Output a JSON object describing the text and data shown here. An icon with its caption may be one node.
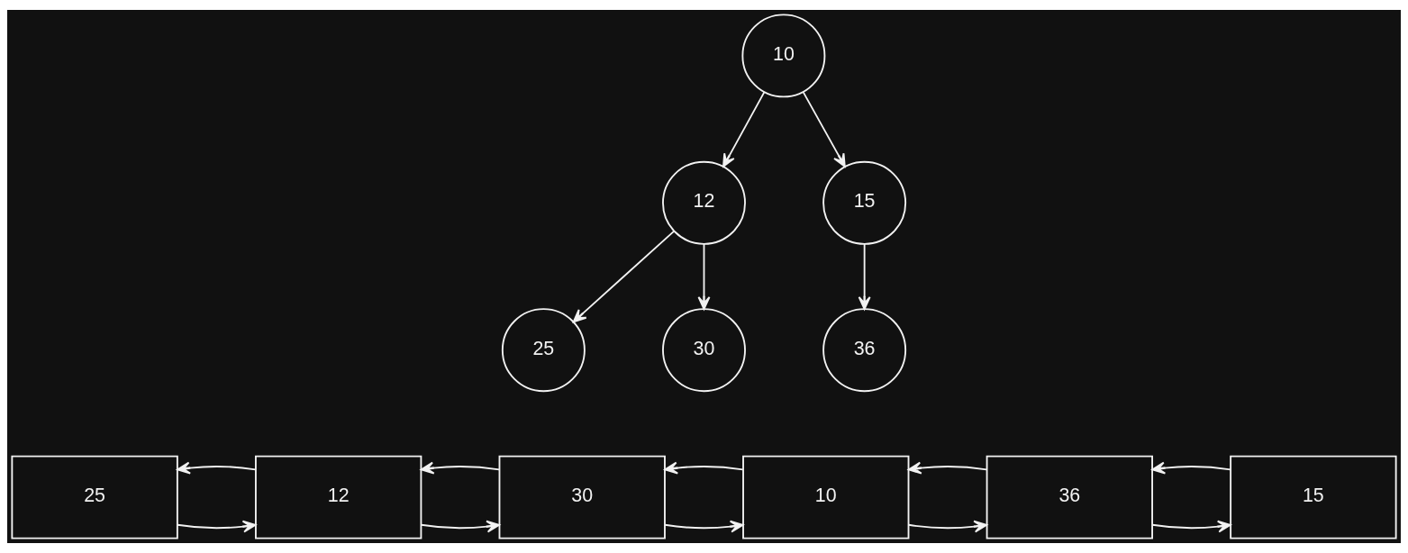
{
  "diagram": {
    "nodes": [
      {
        "text": [
          "10"
        ]
      },
      {
        "text": [
          "12"
        ]
      },
      {
        "text": [
          "15"
        ]
      },
      {
        "text": [
          "25"
        ]
      },
      {
        "text": [
          "30"
        ]
      },
      {
        "text": [
          "36"
        ]
      },
      {
        "text": [
          "25"
        ]
      },
      {
        "text": [
          "12"
        ]
      },
      {
        "text": [
          "30"
        ]
      },
      {
        "text": [
          "10"
        ]
      },
      {
        "text": [
          "36"
        ]
      },
      {
        "text": [
          "15"
        ]
      }
    ],
    "edges": [
      {
        "from": 0,
        "to": 1,
        "arrow": "to"
      },
      {
        "from": 0,
        "to": 2,
        "arrow": "to"
      },
      {
        "from": 1,
        "to": 3,
        "arrow": "to"
      },
      {
        "from": 1,
        "to": 4,
        "arrow": "to"
      },
      {
        "from": 2,
        "to": 5,
        "arrow": "to"
      },
      {
        "from": 6,
        "to": 7,
        "arrow": "to"
      },
      {
        "from": 7,
        "to": 6,
        "arrow": "to"
      },
      {
        "from": 7,
        "to": 8,
        "arrow": "to"
      },
      {
        "from": 8,
        "to": 7,
        "arrow": "to"
      },
      {
        "from": 8,
        "to": 9,
        "arrow": "to"
      },
      {
        "from": 9,
        "to": 8,
        "arrow": "to"
      },
      {
        "from": 9,
        "to": 10,
        "arrow": "to"
      },
      {
        "from": 10,
        "to": 9,
        "arrow": "to"
      },
      {
        "from": 10,
        "to": 11,
        "arrow": "to"
      },
      {
        "from": 11,
        "to": 10,
        "arrow": "to"
      }
    ]
  }
}
